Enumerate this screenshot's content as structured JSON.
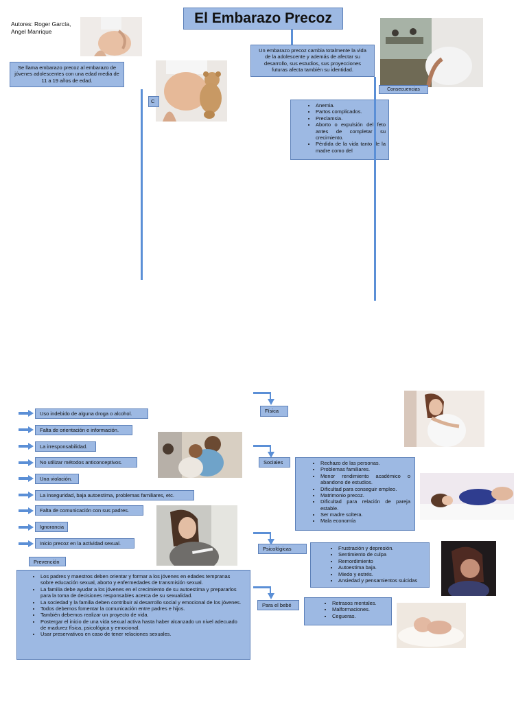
{
  "title": "El Embarazo Precoz",
  "authors": "Autores: Roger García, Angel Manrique",
  "definition": "Se llama embarazo precoz al embarazo de jóvenes adolescentes con una edad media de 11 a 19 años de edad.",
  "intro": "Un embarazo precoz cambia totalmente la vida de la adolescente y además de afectar su desarrollo, sus estudios, sus proyecciones futuras afecta también su identidad.",
  "causes_label_partial": "C",
  "consequences_label": "Consecuencias",
  "consequences_list": [
    "Anemia.",
    "Partos complicados.",
    "Preclamsia.",
    "Aborto o expulsión del feto antes de completar su crecimiento.",
    "Pérdida de la vida tanto de la madre como del"
  ],
  "causes": [
    "Uso indebido de alguna droga o alcohol.",
    "Falta de orientación e información.",
    "La irresponsabilidad.",
    "No utilizar métodos anticonceptivos.",
    "Una violación.",
    "La inseguridad, baja autoestima, problemas familiares, etc.",
    "Falta de comunicación con sus padres.",
    "Ignorancia",
    "Inicio precoz en la actividad sexual."
  ],
  "prevention_label": "Prevención",
  "prevention": [
    "Los padres y maestros deben orientar y formar a los jóvenes en edades tempranas sobre educación sexual, aborto y enfermedades de transmisión sexual.",
    "La familia debe ayudar a los jóvenes en el crecimiento de su autoestima y prepararlos para la toma de decisiones responsables acerca de su sexualidad.",
    "La sociedad y la familia deben contribuir al desarrollo social y emocional de los jóvenes.",
    "Todos debemos fomentar la comunicación entre padres e hijos.",
    "También debemos realizar un proyecto de vida.",
    "Postergar el inicio de una vida sexual activa hasta haber alcanzado un nivel adecuado de madurez física, psicológica y emocional.",
    "Usar preservativos en caso de tener relaciones sexuales."
  ],
  "physical_label": "Física",
  "social_label": "Sociales",
  "social": [
    "Rechazo de las personas.",
    "Problemas familiares.",
    "Menor rendimiento académico o abandono de estudios.",
    "Dificultad para conseguir empleo.",
    "Matrimonio precoz.",
    "Dificultad para relación de pareja estable.",
    "Ser madre soltera.",
    "Mala economía"
  ],
  "psych_label": "Psicológicas",
  "psych": [
    "Frustración y depresión.",
    "Sentimiento de culpa",
    "Remordimiento",
    "Autoestima baja.",
    "Miedo y estrés.",
    "Ansiedad y pensamientos suicidas"
  ],
  "baby_label": "Para el bebé",
  "baby": [
    "Retrasos mentales.",
    "Malformaciones.",
    "Cegueras."
  ],
  "colors": {
    "box_fill": "#9db9e3",
    "box_border": "#5b7fb8",
    "line": "#5b8fd6"
  },
  "images": [
    "pregnant-belly-photo",
    "pregnant-teddy-photo",
    "pregnant-classroom-photo",
    "morning-sickness-photo",
    "girls-embracing-photo",
    "worried-girl-test-photo",
    "lying-pregnant-photo",
    "sad-girl-photo",
    "sleeping-baby-photo"
  ]
}
